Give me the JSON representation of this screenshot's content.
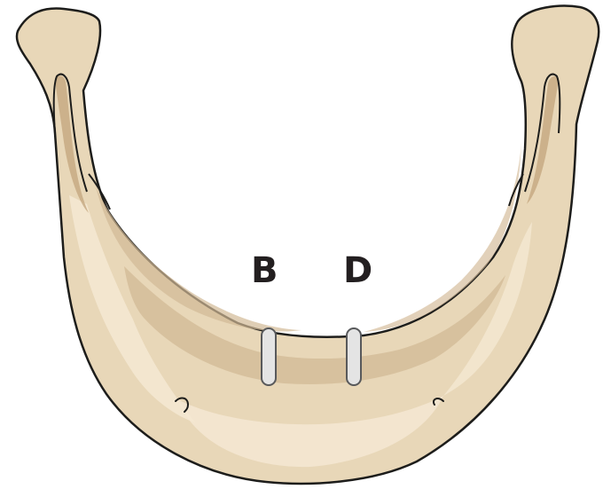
{
  "figure": {
    "subject": "mandible",
    "view": "anterior-inferior",
    "implant_labels": [
      {
        "id": "B",
        "text": "B"
      },
      {
        "id": "D",
        "text": "D"
      }
    ],
    "colors": {
      "bone_base": "#e8d7b8",
      "bone_light": "#f4e8d2",
      "bone_shadow": "#d2b995",
      "bone_deep_shadow": "#c4a780",
      "outline": "#1d1d1b",
      "implant_fill": "#e4e4e4",
      "implant_stroke": "#58595b",
      "label": "#231f20",
      "background": "#ffffff"
    }
  }
}
